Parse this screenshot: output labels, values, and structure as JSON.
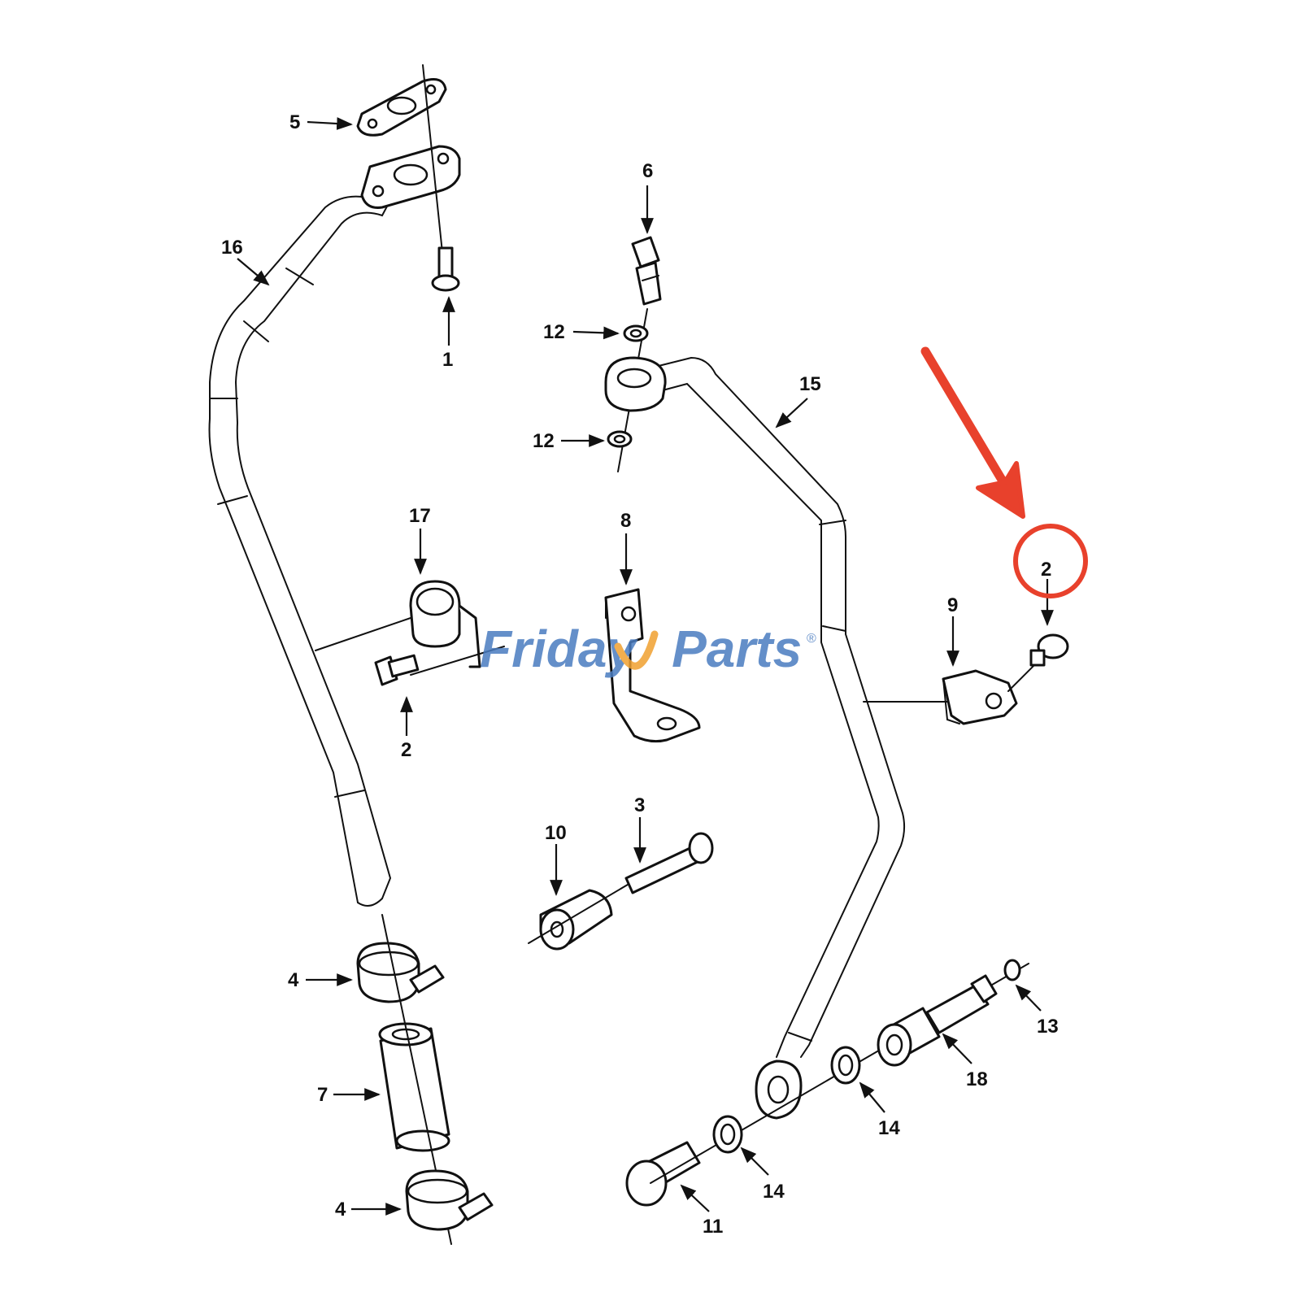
{
  "callouts": [
    "5",
    "16",
    "1",
    "6",
    "12",
    "12",
    "15",
    "17",
    "8",
    "2",
    "9",
    "2",
    "10",
    "3",
    "4",
    "7",
    "4",
    "11",
    "14",
    "14",
    "18",
    "13"
  ],
  "watermark": {
    "part1": "Friday",
    "part2": "Parts",
    "reg": "®"
  },
  "colors": {
    "line": "#111111",
    "highlight": "#e8412c",
    "watermark_blue": "#4a7cc0",
    "watermark_orange": "#f0a030"
  },
  "highlight": {
    "target_callout": "2"
  }
}
